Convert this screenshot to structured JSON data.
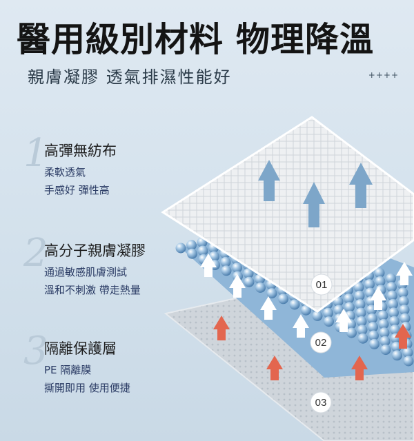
{
  "header": {
    "title": "醫用級別材料 物理降溫",
    "subtitle": "親膚凝膠 透氣排濕性能好",
    "decoration": "++++"
  },
  "features": [
    {
      "number": "1",
      "heading": "高彈無紡布",
      "lines": [
        "柔軟透氣",
        "手感好 彈性高"
      ]
    },
    {
      "number": "2",
      "heading": "高分子親膚凝膠",
      "lines": [
        "通過敏感肌膚測試",
        "溫和不刺激 帶走熱量"
      ]
    },
    {
      "number": "3",
      "heading": "隔離保護層",
      "lines": [
        "PE 隔離膜",
        "撕開即用 使用便捷"
      ]
    }
  ],
  "layers": {
    "labels": [
      "01",
      "02",
      "03"
    ]
  },
  "colors": {
    "arrow_blue": "#7da6c9",
    "arrow_white": "#ffffff",
    "arrow_red": "#e3664f",
    "gel": "#9fc2e0"
  }
}
